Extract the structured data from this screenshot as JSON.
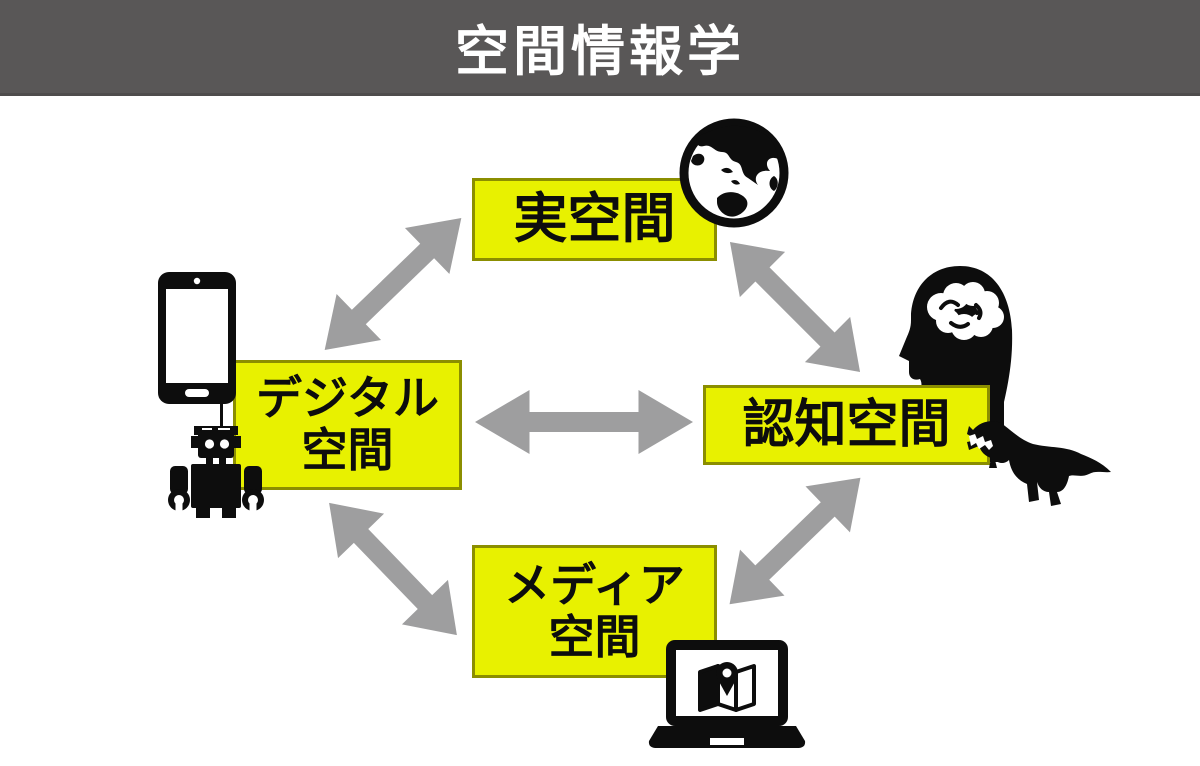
{
  "title": {
    "text": "空間情報学"
  },
  "nodes": {
    "real": {
      "label": "実空間",
      "line1": "実空間"
    },
    "digital": {
      "label": "デジタル空間",
      "line1": "デジタル",
      "line2": "空間"
    },
    "cognitive": {
      "label": "認知空間",
      "line1": "認知空間"
    },
    "media": {
      "label": "メディア空間",
      "line1": "メディア",
      "line2": "空間"
    }
  },
  "arrows": [
    {
      "between": [
        "デジタル空間",
        "実空間"
      ],
      "bidirectional": true
    },
    {
      "between": [
        "実空間",
        "認知空間"
      ],
      "bidirectional": true
    },
    {
      "between": [
        "デジタル空間",
        "認知空間"
      ],
      "bidirectional": true
    },
    {
      "between": [
        "デジタル空間",
        "メディア空間"
      ],
      "bidirectional": true
    },
    {
      "between": [
        "メディア空間",
        "認知空間"
      ],
      "bidirectional": true
    }
  ],
  "icons": [
    "globe-icon",
    "smartphone-icon",
    "robot-icon",
    "head-brain-icon",
    "t-rex-icon",
    "laptop-map-icon"
  ],
  "colors": {
    "title_bar": "#595757",
    "title_text": "#ffffff",
    "box_fill": "#e8f100",
    "box_border": "#8b8e00",
    "box_text": "#0d0d0d",
    "arrow": "#9e9e9f",
    "icon": "#0d0d0d",
    "background": "#ffffff"
  }
}
